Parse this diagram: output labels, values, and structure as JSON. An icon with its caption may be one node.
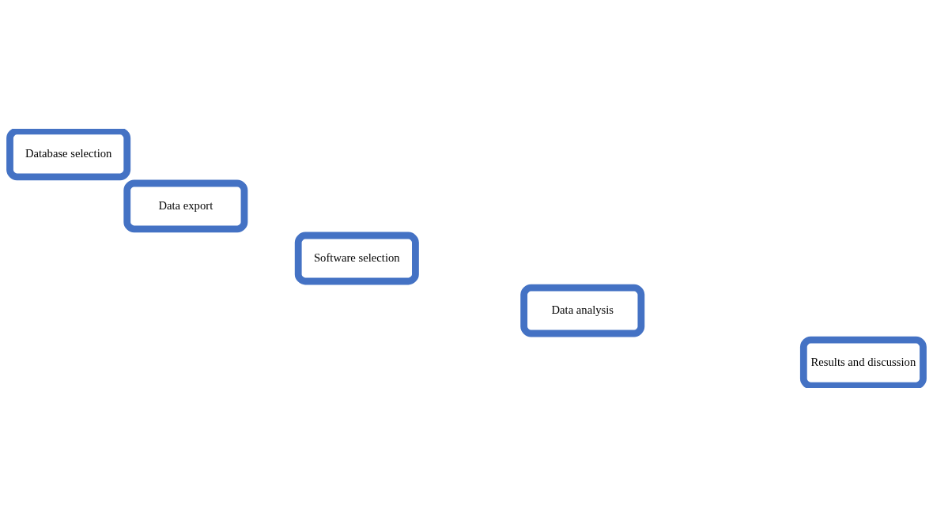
{
  "diagram": {
    "nodes": [
      {
        "text": [
          "Database selection"
        ]
      },
      {
        "text": [
          "Data export"
        ]
      },
      {
        "text": [
          "Software selection"
        ]
      },
      {
        "text": [
          "Data analysis"
        ]
      },
      {
        "text": [
          "Results and discussion"
        ]
      }
    ],
    "edges": []
  }
}
